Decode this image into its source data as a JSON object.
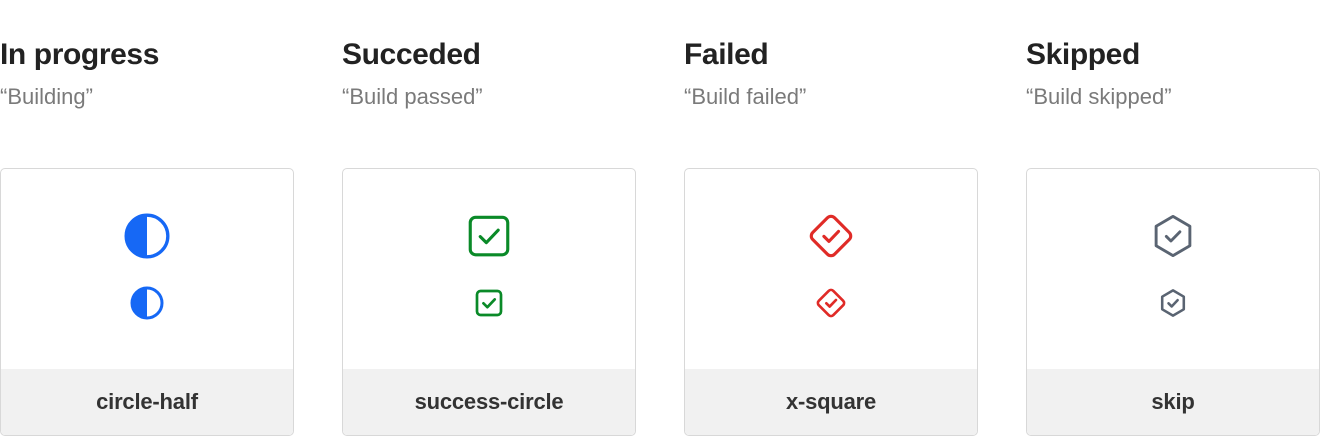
{
  "page": {
    "background_color": "#4a7050",
    "card_background": "#ffffff",
    "footer_background": "#f0f0f0"
  },
  "columns": [
    {
      "title": "In progress",
      "subtitle": "“Building”",
      "icon_name": "circle-half-icon",
      "icon_label": "circle-half",
      "icon_color": "#1668f5"
    },
    {
      "title": "Succeded",
      "subtitle": "“Build passed”",
      "icon_name": "success-circle-icon",
      "icon_label": "success-circle",
      "icon_color": "#0a8a28"
    },
    {
      "title": "Failed",
      "subtitle": "“Build failed”",
      "icon_name": "x-square-icon",
      "icon_label": "x-square",
      "icon_color": "#e02b27"
    },
    {
      "title": "Skipped",
      "subtitle": "“Build skipped”",
      "icon_name": "skip-icon",
      "icon_label": "skip",
      "icon_color": "#5a6472"
    }
  ]
}
